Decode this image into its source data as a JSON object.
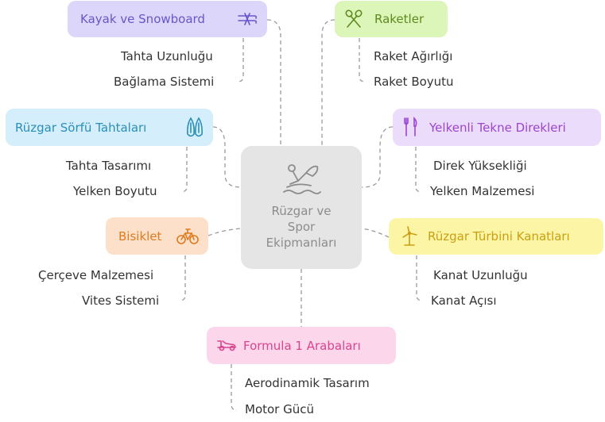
{
  "center": {
    "title": "Rüzgar ve\nSpor\nEkipmanları",
    "icon": "surfer-icon",
    "color": "#e5e5e5"
  },
  "branches": [
    {
      "id": "kayak",
      "label": "Kayak ve Snowboard",
      "icon": "skis-icon",
      "fill": "#ddd6fb",
      "text": "#6a55c9",
      "items": [
        "Tahta Uzunluğu",
        "Bağlama Sistemi"
      ]
    },
    {
      "id": "raketler",
      "label": "Raketler",
      "icon": "crossed-rackets-icon",
      "fill": "#dcf5b8",
      "text": "#5f8a1e",
      "items": [
        "Raket Ağırlığı",
        "Raket Boyutu"
      ]
    },
    {
      "id": "ruzgar-sorfu",
      "label": "Rüzgar Sörfü Tahtaları",
      "icon": "surfboards-icon",
      "fill": "#d5eefb",
      "text": "#2a8fb8",
      "items": [
        "Tahta Tasarımı",
        "Yelken Boyutu"
      ]
    },
    {
      "id": "yelkenli",
      "label": "Yelkenli Tekne Direkleri",
      "icon": "mast-icon",
      "fill": "#ecdcfb",
      "text": "#9b45d1",
      "items": [
        "Direk Yüksekliği",
        "Yelken Malzemesi"
      ]
    },
    {
      "id": "bisiklet",
      "label": "Bisiklet",
      "icon": "bicycle-icon",
      "fill": "#fde0c9",
      "text": "#e07a1f",
      "items": [
        "Çerçeve Malzemesi",
        "Vites Sistemi"
      ]
    },
    {
      "id": "turbin",
      "label": "Rüzgar Türbini Kanatları",
      "icon": "wind-turbine-icon",
      "fill": "#fdf5a6",
      "text": "#c9a012",
      "items": [
        "Kanat Uzunluğu",
        "Kanat Açısı"
      ]
    },
    {
      "id": "formula",
      "label": "Formula 1 Arabaları",
      "icon": "race-car-icon",
      "fill": "#fcd6ea",
      "text": "#d8448f",
      "items": [
        "Aerodinamik Tasarım",
        "Motor Gücü"
      ]
    }
  ]
}
